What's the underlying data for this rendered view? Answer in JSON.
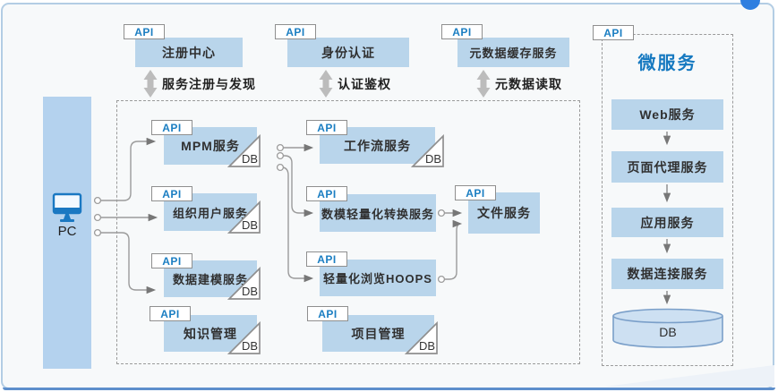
{
  "client": {
    "label": "PC"
  },
  "top_services": [
    {
      "api": "API",
      "label": "注册中心",
      "arrow_label": "服务注册与发现"
    },
    {
      "api": "API",
      "label": "身份认证",
      "arrow_label": "认证鉴权"
    },
    {
      "api": "API",
      "label": "元数据缓存服务",
      "arrow_label": "元数据读取"
    }
  ],
  "middle_services": [
    {
      "api": "API",
      "label": "MPM服务",
      "db": true
    },
    {
      "api": "API",
      "label": "工作流服务",
      "db": true
    },
    {
      "api": "API",
      "label": "组织用户服务",
      "db": true
    },
    {
      "api": "API",
      "label": "数模轻量化转换服务",
      "db": false
    },
    {
      "api": "API",
      "label": "数据建模服务",
      "db": true
    },
    {
      "api": "API",
      "label": "轻量化浏览HOOPS",
      "db": false
    },
    {
      "api": "API",
      "label": "知识管理",
      "db": true
    },
    {
      "api": "API",
      "label": "项目管理",
      "db": true
    },
    {
      "api": "API",
      "label": "文件服务",
      "db": false
    }
  ],
  "db_badge_label": "DB",
  "microservices_panel": {
    "api": "API",
    "title": "微服务",
    "items": [
      {
        "label": "Web服务"
      },
      {
        "label": "页面代理服务"
      },
      {
        "label": "应用服务"
      },
      {
        "label": "数据连接服务"
      }
    ],
    "db_label": "DB"
  },
  "colors": {
    "box_fill": "#b9d5eb",
    "client_bar_fill": "#b4d2ee",
    "accent_blue": "#1b7ec2",
    "frame_border": "#b3cde4",
    "bottom_line": "#5e8fcc",
    "connector_gray": "#9b9b9b",
    "double_arrow_gray": "#bcbcbc",
    "db_cylinder_fill": "#cde0f2",
    "db_cylinder_stroke": "#7a9fc9",
    "top_dot_blue": "#2f7fe0"
  }
}
